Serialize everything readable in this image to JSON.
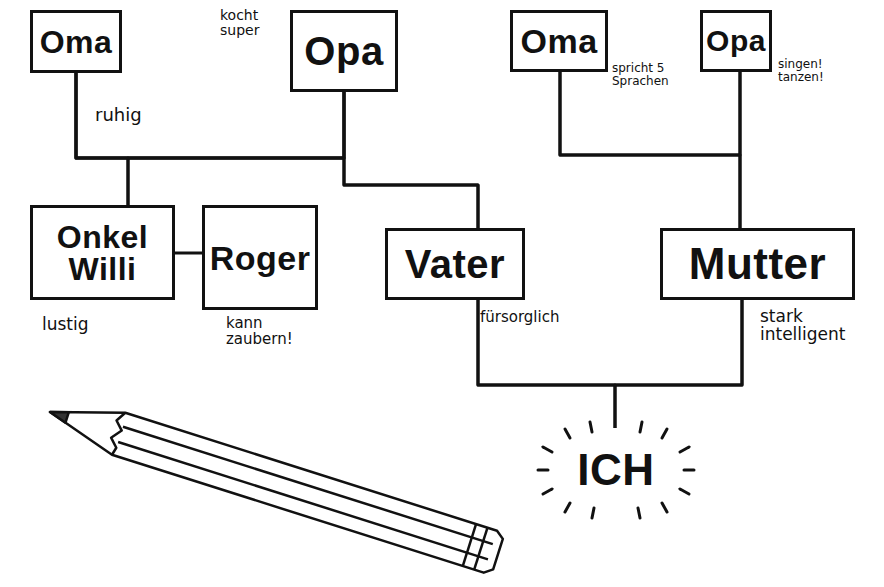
{
  "diagram": {
    "nodes": [
      {
        "text": [
          "Oma"
        ]
      },
      {
        "text": [
          "Opa"
        ]
      },
      {
        "text": [
          "Oma"
        ]
      },
      {
        "text": [
          "Opa"
        ]
      },
      {
        "text": [
          "Onkel Willi"
        ]
      },
      {
        "text": [
          "Roger"
        ]
      },
      {
        "text": [
          "Vater"
        ]
      },
      {
        "text": [
          "Mutter"
        ]
      },
      {
        "text": [
          "ICH"
        ]
      }
    ],
    "edges": [
      {
        "from": 0,
        "to": 1,
        "arrow": "none"
      },
      {
        "from": 0,
        "to": 4,
        "arrow": "none"
      },
      {
        "from": 1,
        "to": 4,
        "arrow": "none"
      },
      {
        "from": 0,
        "to": 6,
        "arrow": "none"
      },
      {
        "from": 1,
        "to": 6,
        "arrow": "none"
      },
      {
        "from": 4,
        "to": 5,
        "arrow": "none"
      },
      {
        "from": 2,
        "to": 3,
        "arrow": "none"
      },
      {
        "from": 2,
        "to": 7,
        "arrow": "none"
      },
      {
        "from": 3,
        "to": 7,
        "arrow": "none"
      },
      {
        "from": 6,
        "to": 7,
        "arrow": "none"
      },
      {
        "from": 6,
        "to": 8,
        "arrow": "none"
      },
      {
        "from": 7,
        "to": 8,
        "arrow": "none"
      }
    ],
    "labels": [
      "kocht super",
      "ruhig",
      "spricht 5 Sprachen",
      "singen! tanzen!",
      "lustig",
      "kann zaubern!",
      "fürsorglich",
      "stark intelligent"
    ]
  }
}
